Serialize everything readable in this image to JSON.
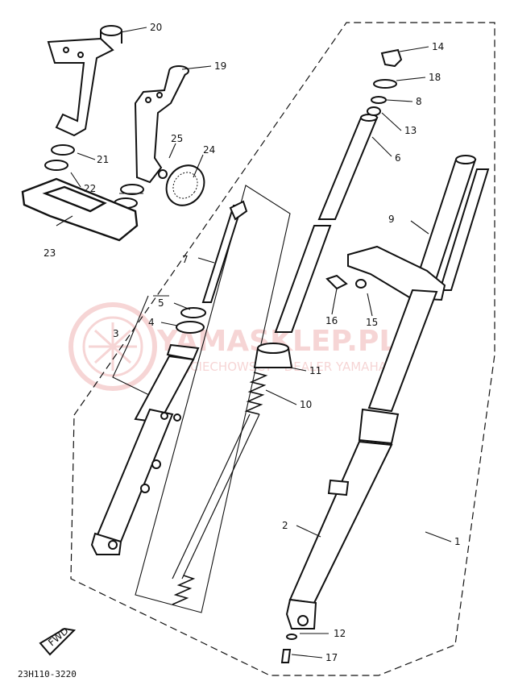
{
  "diagram": {
    "part_code": "23H110-3220",
    "fwd_label": "FWD",
    "watermark": {
      "title": "YAMASKLEP.PL",
      "subtitle": "WOJCIECHOWSCY - DEALER YAMAHA"
    },
    "callouts": [
      "1",
      "2",
      "3",
      "4",
      "5",
      "6",
      "7",
      "8",
      "9",
      "10",
      "11",
      "12",
      "13",
      "14",
      "15",
      "16",
      "17",
      "18",
      "19",
      "20",
      "21",
      "22",
      "23",
      "24",
      "25"
    ]
  },
  "colors": {
    "ink": "#111111",
    "watermark": "#e88a8a"
  }
}
